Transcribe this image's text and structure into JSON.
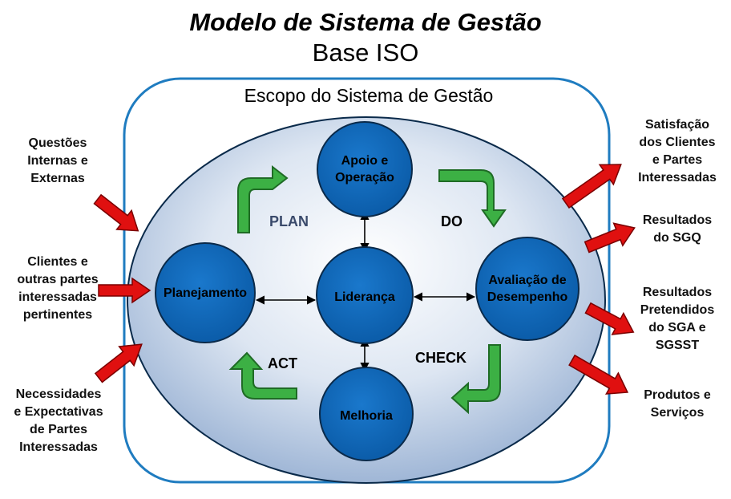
{
  "header": {
    "title": "Modelo de Sistema de Gestão",
    "subtitle": "Base ISO"
  },
  "scope": {
    "title": "Escopo do Sistema de Gestão"
  },
  "nodes": {
    "apoio": "Apoio e\nOperação",
    "planejamento": "Planejamento",
    "lideranca": "Liderança",
    "avaliacao": "Avaliação de\nDesempenho",
    "melhoria": "Melhoria"
  },
  "phases": {
    "plan": "PLAN",
    "do": "DO",
    "check": "CHECK",
    "act": "ACT"
  },
  "inputs": [
    "Questões\nInternas e\nExternas",
    "Clientes e\noutras partes\ninteressadas\npertinentes",
    "Necessidades\ne Expectativas\nde Partes\nInteressadas"
  ],
  "outputs": [
    "Satisfação\ndos Clientes\ne Partes\nInteressadas",
    "Resultados\ndo SGQ",
    "Resultados\nPretendidos\ndo SGA e\nSGSST",
    "Produtos e\nServiços"
  ],
  "colors": {
    "node_fill": "#0b64b8",
    "node_stroke": "#0a2a4a",
    "scope_border": "#1f7cc0",
    "arrow_red": "#e01010",
    "arrow_green": "#3cb044"
  }
}
